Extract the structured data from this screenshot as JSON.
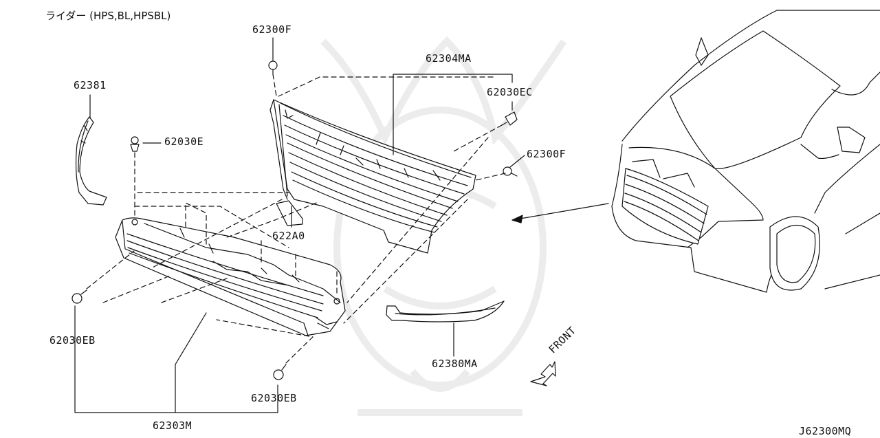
{
  "diagram": {
    "variant_note": "ライダー (HPS,BL,HPSBL)",
    "diagram_code": "J62300MQ",
    "direction_label": "FRONT",
    "parts": {
      "p62381": "62381",
      "p62030E": "62030E",
      "p62300F_top": "62300F",
      "p62304MA": "62304MA",
      "p62030EC": "62030EC",
      "p62300F_right": "62300F",
      "p622A0": "622A0",
      "p62030EB_left": "62030EB",
      "p62030EB_bottom": "62030EB",
      "p62303M": "62303M",
      "p62380MA": "62380MA"
    }
  },
  "colors": {
    "ink": "#111111",
    "watermark": "#ececec",
    "background": "#ffffff"
  }
}
